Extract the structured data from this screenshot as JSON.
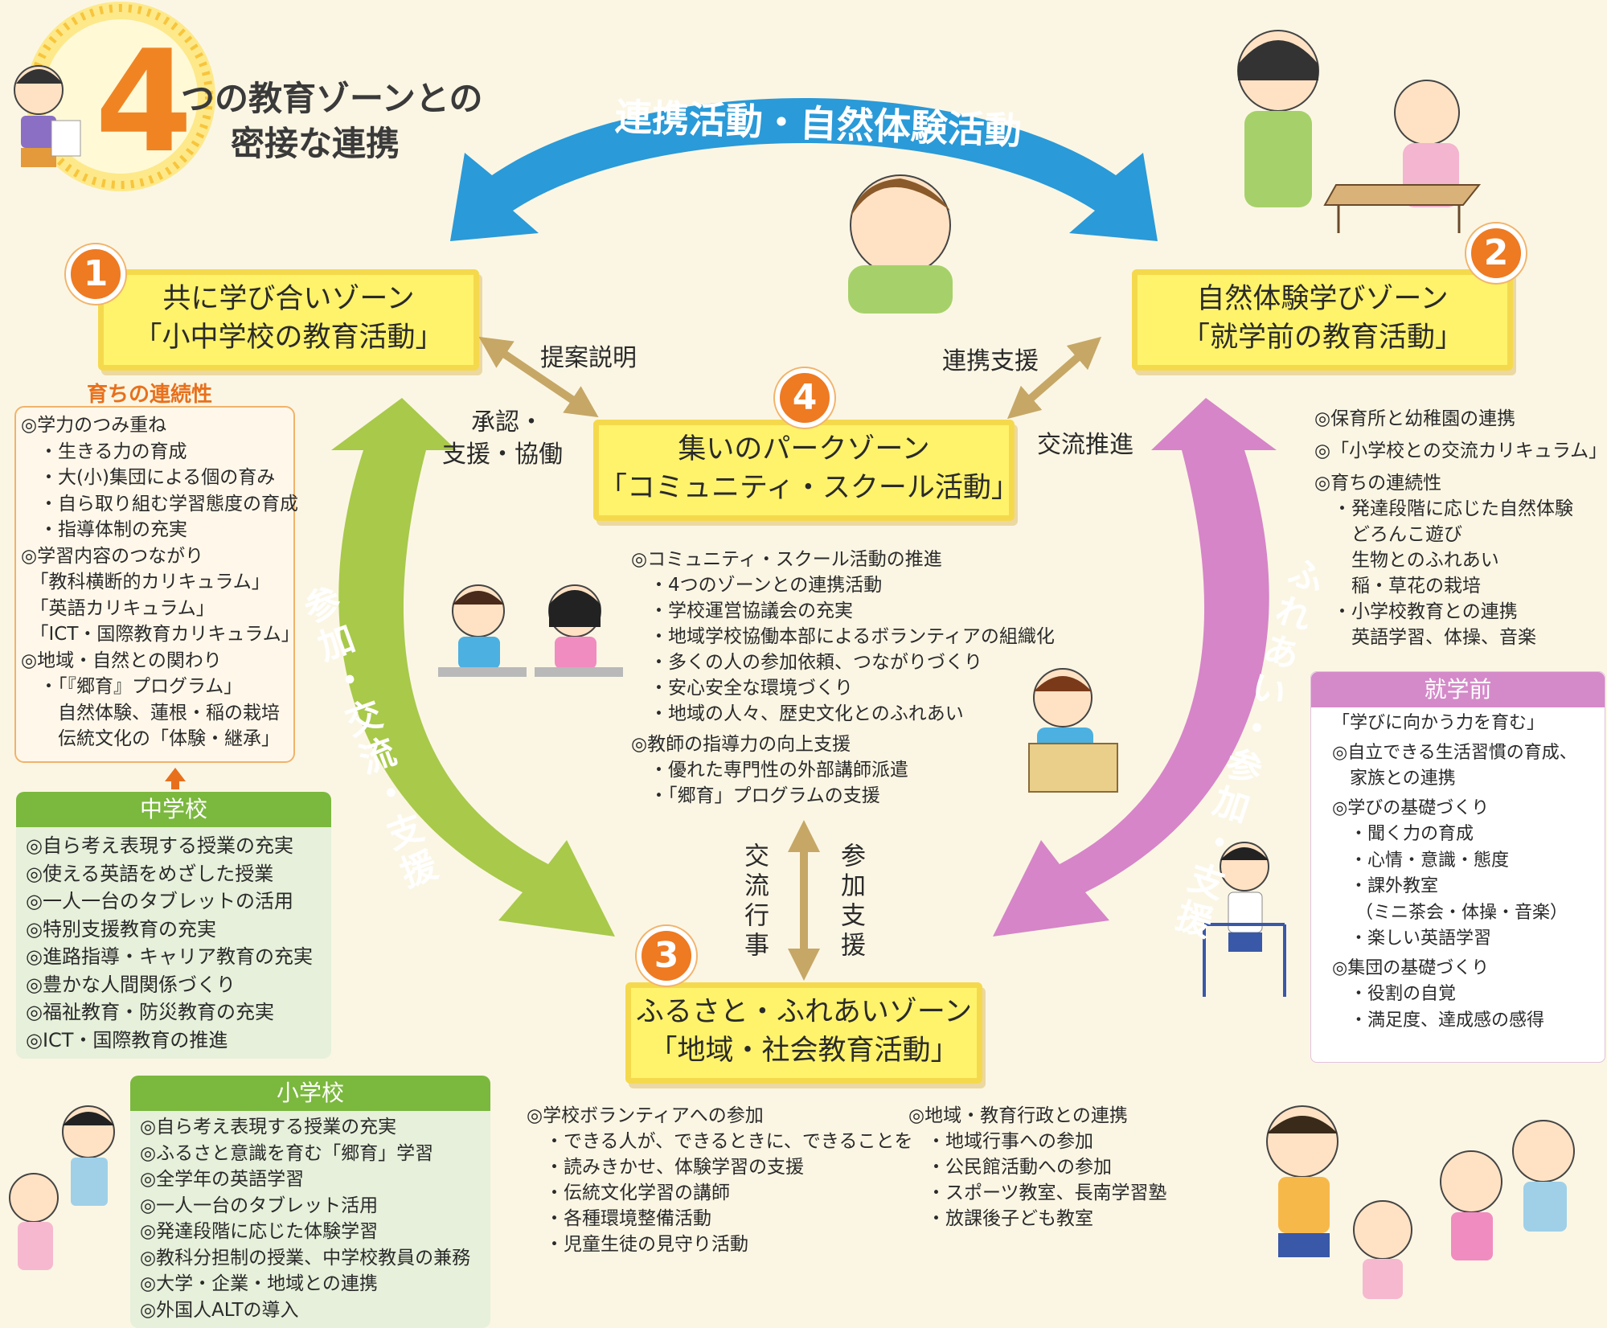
{
  "title": {
    "number": "4",
    "line1": "つの教育ゾーンとの",
    "line2": "密接な連携"
  },
  "top_arrow_text": "連携活動・自然体験活動",
  "zones": {
    "z1": {
      "badge": "1",
      "line1": "共に学び合いゾーン",
      "line2": "「小中学校の教育活動」"
    },
    "z2": {
      "badge": "2",
      "line1": "自然体験学びゾーン",
      "line2": "「就学前の教育活動」"
    },
    "z3": {
      "badge": "3",
      "line1": "ふるさと・ふれあいゾーン",
      "line2": "「地域・社会教育活動」"
    },
    "z4": {
      "badge": "4",
      "line1": "集いのパークゾーン",
      "line2": "「コミュニティ・スクール活動」"
    }
  },
  "connector_labels": {
    "teian": "提案説明",
    "shonin1": "承認・",
    "shonin2": "支援・協働",
    "renkei": "連携支援",
    "koryu": "交流推進",
    "left_arc": "参加・交流・支援",
    "right_arc": "ふれあい・参加・支援",
    "center_left": "交流行事",
    "center_right": "参加支援"
  },
  "sodachi": {
    "heading": "育ちの連続性",
    "lines": [
      "◎学力のつみ重ね",
      "　・生きる力の育成",
      "　・大(小)集団による個の育み",
      "　・自ら取り組む学習態度の育成",
      "　・指導体制の充実",
      "◎学習内容のつながり",
      "　「教科横断的カリキュラム」",
      "　「英語カリキュラム」",
      "　「ICT・国際教育カリキュラム」",
      "◎地域・自然との関わり",
      "　・「『郷育』プログラム」",
      "　　自然体験、蓮根・稲の栽培",
      "　　伝統文化の「体験・継承」"
    ]
  },
  "chugakko": {
    "heading": "中学校",
    "lines": [
      "◎自ら考え表現する授業の充実",
      "◎使える英語をめざした授業",
      "◎一人一台のタブレットの活用",
      "◎特別支援教育の充実",
      "◎進路指導・キャリア教育の充実",
      "◎豊かな人間関係づくり",
      "◎福祉教育・防災教育の充実",
      "◎ICT・国際教育の推進"
    ]
  },
  "shogakko": {
    "heading": "小学校",
    "lines": [
      "◎自ら考え表現する授業の充実",
      "◎ふるさと意識を育む「郷育」学習",
      "◎全学年の英語学習",
      "◎一人一台のタブレット活用",
      "◎発達段階に応じた体験学習",
      "◎教科分担制の授業、中学校教員の兼務",
      "◎大学・企業・地域との連携",
      "◎外国人ALTの導入"
    ]
  },
  "community": {
    "lines": [
      "◎コミュニティ・スクール活動の推進",
      "　・4つのゾーンとの連携活動",
      "　・学校運営協議会の充実",
      "　・地域学校協働本部によるボランティアの組織化",
      "　・多くの人の参加依頼、つながりづくり",
      "　・安心安全な環境づくり",
      "　・地域の人々、歴史文化とのふれあい",
      "◎教師の指導力の向上支援",
      "　・優れた専門性の外部講師派遣",
      "　・「郷育」プログラムの支援"
    ]
  },
  "preschool_right": {
    "lines": [
      "◎保育所と幼稚園の連携",
      "◎「小学校との交流カリキュラム」",
      "◎育ちの連続性",
      "　・発達段階に応じた自然体験",
      "　　どろんこ遊び",
      "　　生物とのふれあい",
      "　　稲・草花の栽培",
      "　・小学校教育との連携",
      "　　英語学習、体操、音楽"
    ]
  },
  "shugakumae": {
    "heading": "就学前",
    "lines": [
      "「学びに向かう力を育む」",
      "◎自立できる生活習慣の育成、",
      "　家族との連携",
      "◎学びの基礎づくり",
      "　・聞く力の育成",
      "　・心情・意識・態度",
      "　・課外教室",
      "　 （ミニ茶会・体操・音楽）",
      "　・楽しい英語学習",
      "◎集団の基礎づくり",
      "　・役割の自覚",
      "　・満足度、達成感の感得"
    ]
  },
  "volunteer": {
    "lines": [
      "◎学校ボランティアへの参加",
      "　・できる人が、できるときに、できることを",
      "　・読みきかせ、体験学習の支援",
      "　・伝統文化学習の講師",
      "　・各種環境整備活動",
      "　・児童生徒の見守り活動"
    ]
  },
  "chiiki": {
    "lines": [
      "◎地域・教育行政との連携",
      "　・地域行事への参加",
      "　・公民館活動への参加",
      "　・スポーツ教室、長南学習塾",
      "　・放課後子ども教室"
    ]
  },
  "colors": {
    "blue_arrow": "#2a9ad8",
    "green_arrow": "#a8c94a",
    "pink_arrow": "#d685c8",
    "tan_arrow": "#c6a766",
    "zone_fill": "#fff36b",
    "badge": "#ee7a22",
    "green_head": "#7bb83e",
    "pink_head": "#d48ac9"
  },
  "icons": [
    "sunburst-icon",
    "child-illustration-icon",
    "desk-icon"
  ]
}
